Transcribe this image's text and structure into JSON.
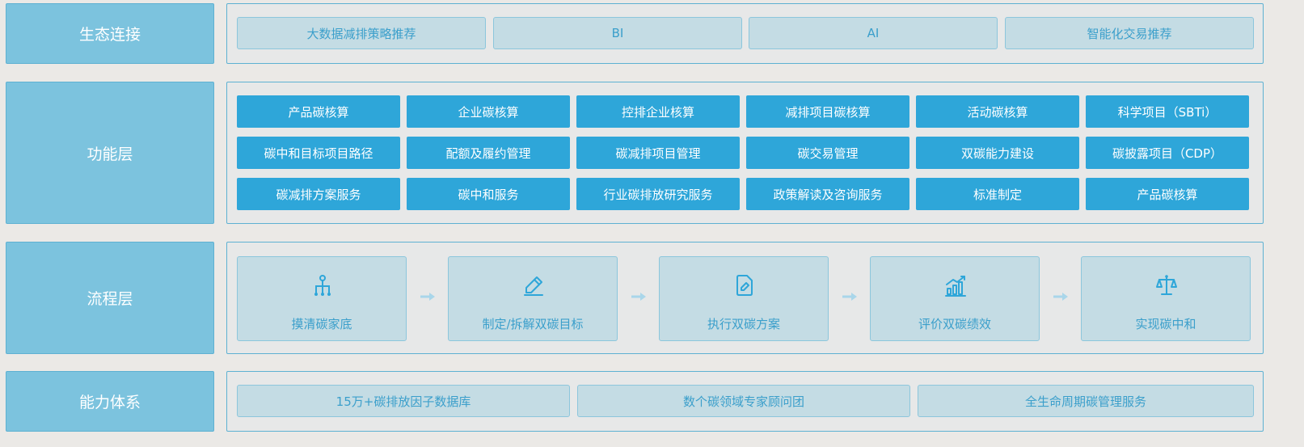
{
  "rows": [
    {
      "label": "生态连接"
    },
    {
      "label": "功能层"
    },
    {
      "label": "流程层"
    },
    {
      "label": "能力体系"
    }
  ],
  "ecosystem": [
    "大数据减排策略推荐",
    "BI",
    "AI",
    "智能化交易推荐"
  ],
  "functions": [
    [
      "产品碳核算",
      "企业碳核算",
      "控排企业核算",
      "减排项目碳核算",
      "活动碳核算",
      "科学项目（SBTi）"
    ],
    [
      "碳中和目标项目路径",
      "配额及履约管理",
      "碳减排项目管理",
      "碳交易管理",
      "双碳能力建设",
      "碳披露项目（CDP）"
    ],
    [
      "碳减排方案服务",
      "碳中和服务",
      "行业碳排放研究服务",
      "政策解读及咨询服务",
      "标准制定",
      "产品碳核算"
    ]
  ],
  "process": [
    {
      "label": "摸清碳家底",
      "icon": "hierarchy-icon"
    },
    {
      "label": "制定/拆解双碳目标",
      "icon": "pencil-icon"
    },
    {
      "label": "执行双碳方案",
      "icon": "document-edit-icon"
    },
    {
      "label": "评价双碳绩效",
      "icon": "bar-chart-icon"
    },
    {
      "label": "实现碳中和",
      "icon": "balance-scale-icon"
    }
  ],
  "capabilities": [
    "15万+碳排放因子数据库",
    "数个碳领域专家顾问团",
    "全生命周期碳管理服务"
  ],
  "colors": {
    "accent": "#2ea6d9",
    "label_bg": "#7cc3de",
    "pill_bg": "#c4dce4",
    "pill_text": "#3b9fcb"
  }
}
